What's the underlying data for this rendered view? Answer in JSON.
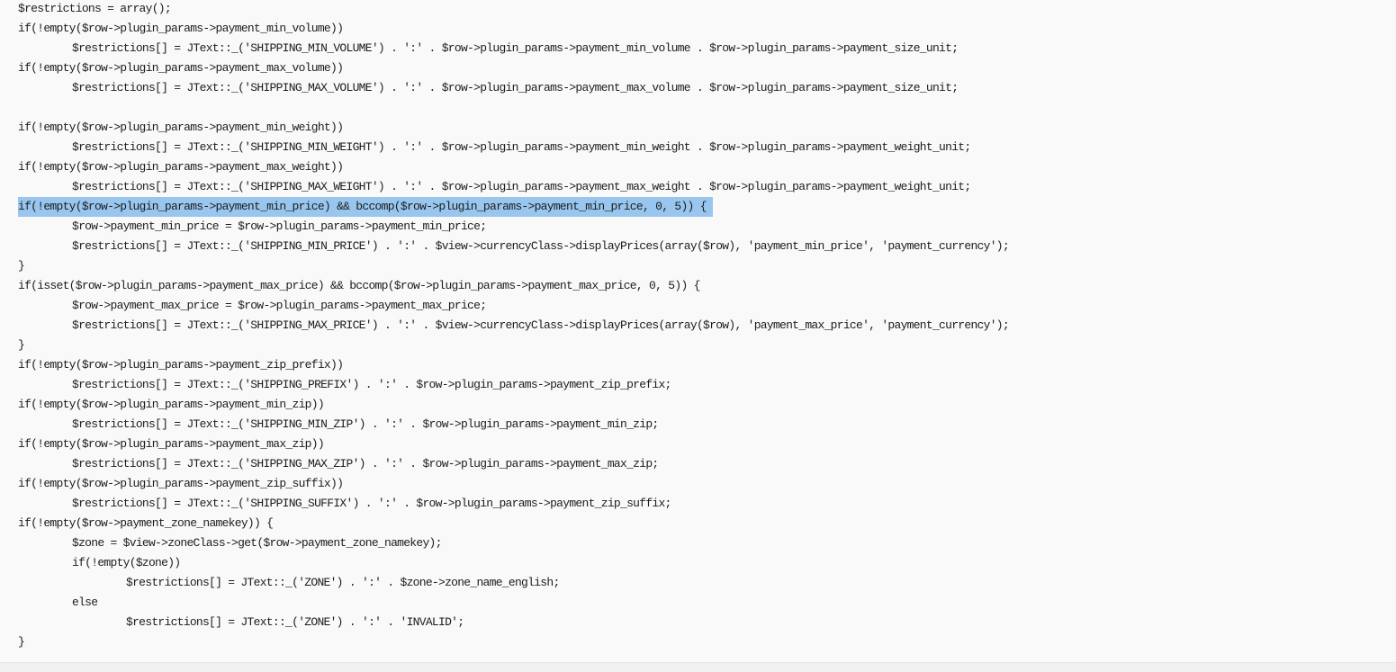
{
  "colors": {
    "background": "#f9f9f9",
    "selection": "#99c6ee",
    "text": "#1c1c1c"
  },
  "lines": [
    {
      "indent": 0,
      "text": "$restrictions = array();"
    },
    {
      "indent": 0,
      "text": "if(!empty($row->plugin_params->payment_min_volume))"
    },
    {
      "indent": 1,
      "text": "$restrictions[] = JText::_('SHIPPING_MIN_VOLUME') . ':' . $row->plugin_params->payment_min_volume . $row->plugin_params->payment_size_unit;"
    },
    {
      "indent": 0,
      "text": "if(!empty($row->plugin_params->payment_max_volume))"
    },
    {
      "indent": 1,
      "text": "$restrictions[] = JText::_('SHIPPING_MAX_VOLUME') . ':' . $row->plugin_params->payment_max_volume . $row->plugin_params->payment_size_unit;"
    },
    {
      "indent": 0,
      "text": ""
    },
    {
      "indent": 0,
      "text": "if(!empty($row->plugin_params->payment_min_weight))"
    },
    {
      "indent": 1,
      "text": "$restrictions[] = JText::_('SHIPPING_MIN_WEIGHT') . ':' . $row->plugin_params->payment_min_weight . $row->plugin_params->payment_weight_unit;"
    },
    {
      "indent": 0,
      "text": "if(!empty($row->plugin_params->payment_max_weight))"
    },
    {
      "indent": 1,
      "text": "$restrictions[] = JText::_('SHIPPING_MAX_WEIGHT') . ':' . $row->plugin_params->payment_max_weight . $row->plugin_params->payment_weight_unit;"
    },
    {
      "indent": 0,
      "text": "if(!empty($row->plugin_params->payment_min_price) && bccomp($row->plugin_params->payment_min_price, 0, 5)) {",
      "highlight": true
    },
    {
      "indent": 1,
      "text": "$row->payment_min_price = $row->plugin_params->payment_min_price;"
    },
    {
      "indent": 1,
      "text": "$restrictions[] = JText::_('SHIPPING_MIN_PRICE') . ':' . $view->currencyClass->displayPrices(array($row), 'payment_min_price', 'payment_currency');"
    },
    {
      "indent": 0,
      "text": "}"
    },
    {
      "indent": 0,
      "text": "if(isset($row->plugin_params->payment_max_price) && bccomp($row->plugin_params->payment_max_price, 0, 5)) {"
    },
    {
      "indent": 1,
      "text": "$row->payment_max_price = $row->plugin_params->payment_max_price;"
    },
    {
      "indent": 1,
      "text": "$restrictions[] = JText::_('SHIPPING_MAX_PRICE') . ':' . $view->currencyClass->displayPrices(array($row), 'payment_max_price', 'payment_currency');"
    },
    {
      "indent": 0,
      "text": "}"
    },
    {
      "indent": 0,
      "text": "if(!empty($row->plugin_params->payment_zip_prefix))"
    },
    {
      "indent": 1,
      "text": "$restrictions[] = JText::_('SHIPPING_PREFIX') . ':' . $row->plugin_params->payment_zip_prefix;"
    },
    {
      "indent": 0,
      "text": "if(!empty($row->plugin_params->payment_min_zip))"
    },
    {
      "indent": 1,
      "text": "$restrictions[] = JText::_('SHIPPING_MIN_ZIP') . ':' . $row->plugin_params->payment_min_zip;"
    },
    {
      "indent": 0,
      "text": "if(!empty($row->plugin_params->payment_max_zip))"
    },
    {
      "indent": 1,
      "text": "$restrictions[] = JText::_('SHIPPING_MAX_ZIP') . ':' . $row->plugin_params->payment_max_zip;"
    },
    {
      "indent": 0,
      "text": "if(!empty($row->plugin_params->payment_zip_suffix))"
    },
    {
      "indent": 1,
      "text": "$restrictions[] = JText::_('SHIPPING_SUFFIX') . ':' . $row->plugin_params->payment_zip_suffix;"
    },
    {
      "indent": 0,
      "text": "if(!empty($row->payment_zone_namekey)) {"
    },
    {
      "indent": 1,
      "text": "$zone = $view->zoneClass->get($row->payment_zone_namekey);"
    },
    {
      "indent": 1,
      "text": "if(!empty($zone))"
    },
    {
      "indent": 2,
      "text": "$restrictions[] = JText::_('ZONE') . ':' . $zone->zone_name_english;"
    },
    {
      "indent": 1,
      "text": "else"
    },
    {
      "indent": 2,
      "text": "$restrictions[] = JText::_('ZONE') . ':' . 'INVALID';"
    },
    {
      "indent": 0,
      "text": "}"
    }
  ]
}
